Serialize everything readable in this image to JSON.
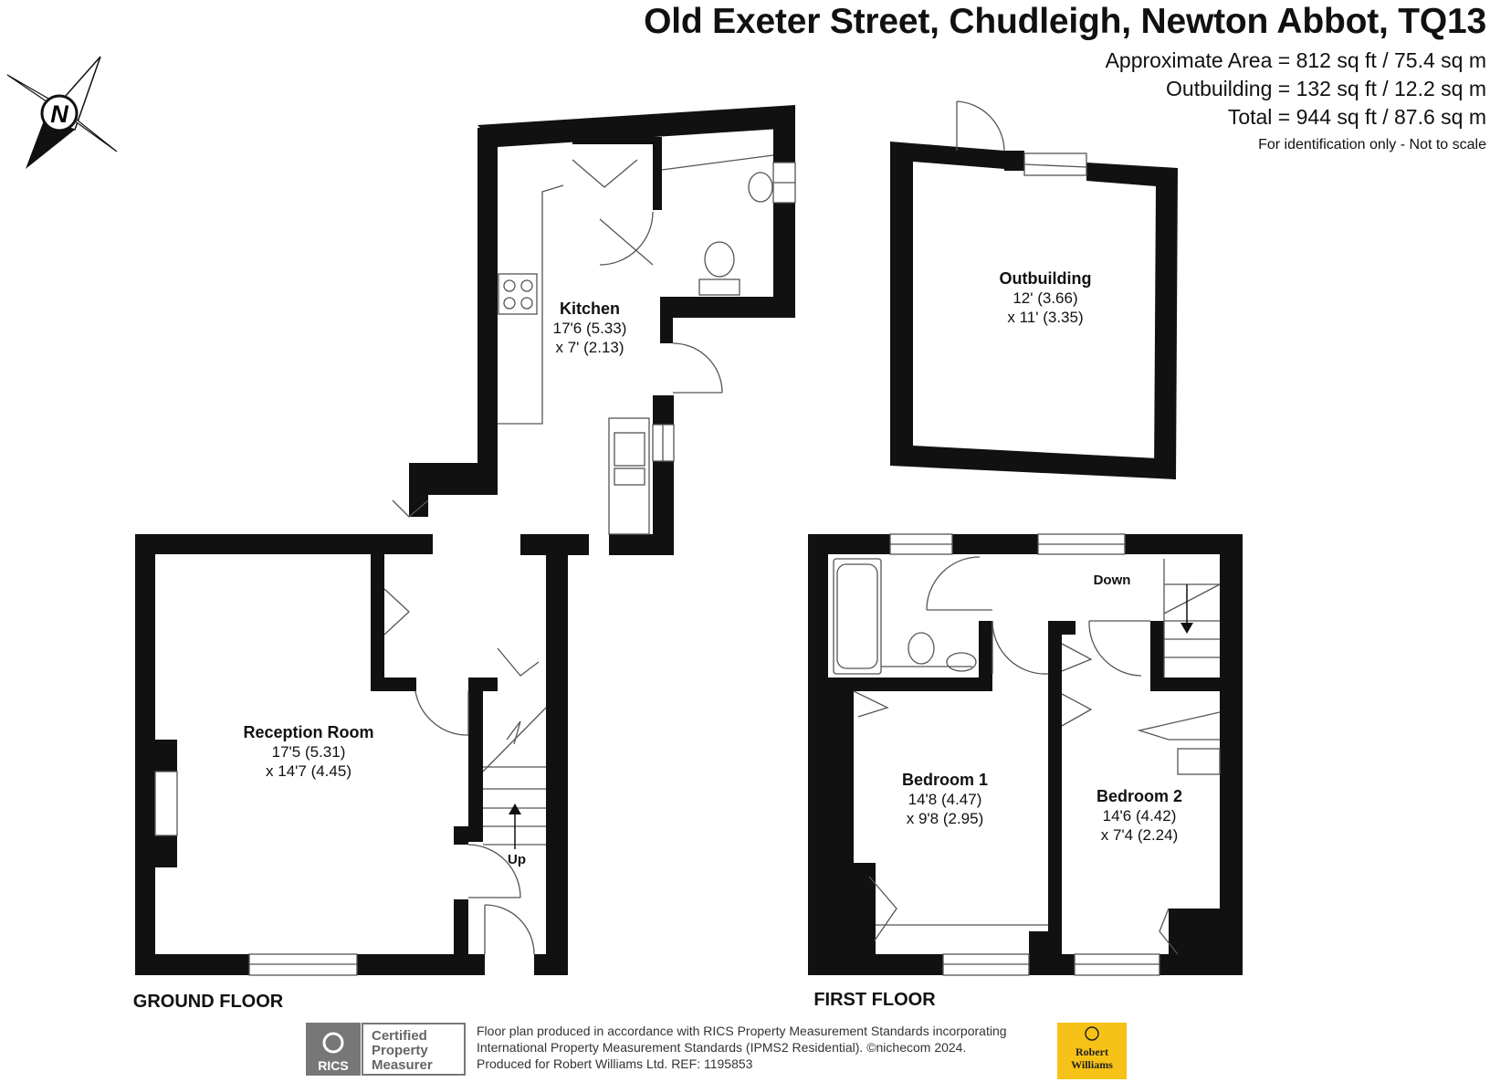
{
  "header": {
    "title": "Old Exeter Street, Chudleigh, Newton Abbot, TQ13",
    "areas": [
      "Approximate Area = 812 sq ft / 75.4 sq m",
      "Outbuilding = 132 sq ft / 12.2 sq m",
      "Total = 944 sq ft / 87.6 sq m"
    ],
    "disclaimer": "For identification only - Not to scale"
  },
  "compass": {
    "letter": "N",
    "icon": "compass-north-icon"
  },
  "rooms": {
    "kitchen": {
      "name": "Kitchen",
      "dim1": "17'6 (5.33)",
      "dim2": "x 7' (2.13)"
    },
    "reception": {
      "name": "Reception Room",
      "dim1": "17'5 (5.31)",
      "dim2": "x 14'7 (4.45)"
    },
    "outbuilding": {
      "name": "Outbuilding",
      "dim1": "12' (3.66)",
      "dim2": "x 11' (3.35)"
    },
    "bedroom1": {
      "name": "Bedroom 1",
      "dim1": "14'8 (4.47)",
      "dim2": "x 9'8 (2.95)"
    },
    "bedroom2": {
      "name": "Bedroom 2",
      "dim1": "14'6 (4.42)",
      "dim2": "x 7'4 (2.24)"
    }
  },
  "stairs": {
    "up": "Up",
    "down": "Down"
  },
  "floors": {
    "ground": "GROUND FLOOR",
    "first": "FIRST FLOOR"
  },
  "footer": {
    "lines": [
      "Floor plan produced in accordance with RICS Property Measurement Standards incorporating",
      "International Property Measurement Standards (IPMS2 Residential).  ©nichecom 2024.",
      "Produced for Robert Williams Ltd.   REF:  1195853"
    ],
    "rics": {
      "brand": "RICS",
      "badge_lines": [
        "Certified",
        "Property",
        "Measurer"
      ]
    },
    "agent_logo": {
      "line1": "Robert",
      "line2": "Williams"
    }
  },
  "colors": {
    "wall": "#111111",
    "fixture": "#555555",
    "logo_yellow": "#f6c217",
    "rics_grey": "#777777"
  }
}
